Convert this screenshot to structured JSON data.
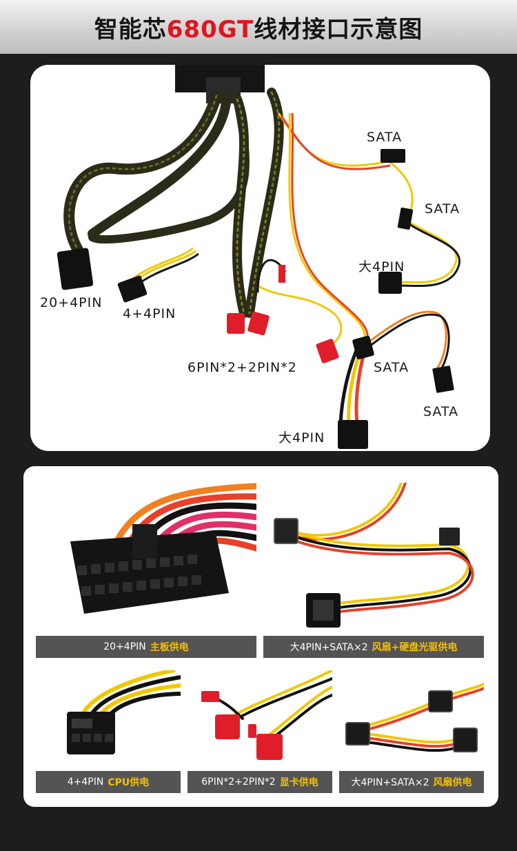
{
  "title": {
    "prefix": "智能芯",
    "model": "680GT",
    "suffix": "线材接口示意图"
  },
  "diagram_labels": {
    "sata_1": "SATA",
    "sata_2": "SATA",
    "big4pin_1": "大4PIN",
    "pin20_4": "20+4PIN",
    "pin4_4": "4+4PIN",
    "pin6_2": "6PIN*2+2PIN*2",
    "sata_3": "SATA",
    "sata_4": "SATA",
    "big4pin_2": "大4PIN"
  },
  "cards": [
    {
      "label": "20+4PIN",
      "highlight": "主板供电"
    },
    {
      "label": "大4PIN+SATA×2",
      "highlight": "风扇+硬盘光驱供电"
    },
    {
      "label": "4+4PIN",
      "highlight": "CPU供电"
    },
    {
      "label": "6PIN*2+2PIN*2",
      "highlight": "显卡供电"
    },
    {
      "label": "大4PIN+SATA×2",
      "highlight": "风扇供电"
    }
  ],
  "colors": {
    "accent_red": "#e0141e",
    "highlight_yellow": "#f5c000",
    "caption_bg": "#545454",
    "background": "#1d1d1d"
  }
}
